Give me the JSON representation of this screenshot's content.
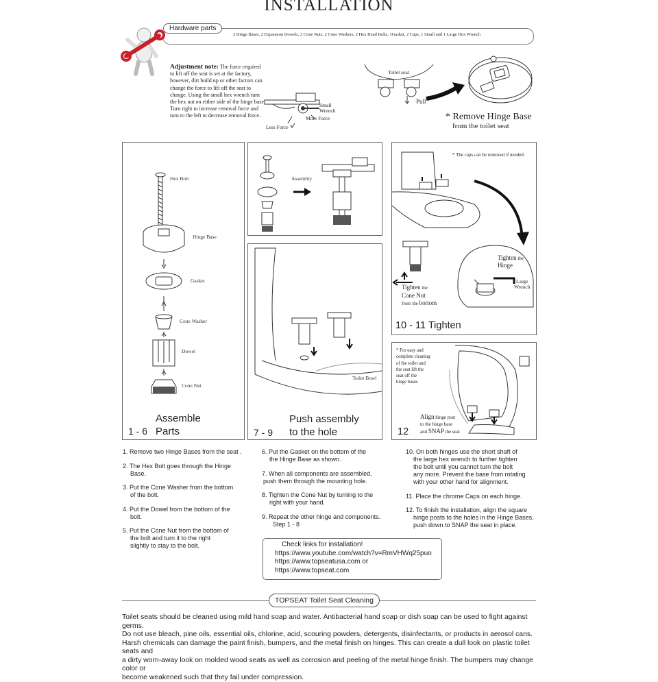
{
  "title": "INSTALLATION",
  "hardware": {
    "tab_label": "Hardware parts",
    "parts_text": "2 Hinge Bases, 2 Expansion Dowels, 2 Cone Nuts, 2 Cone Washers, 2 Hex Head Bolts, 1Gasket, 2 Caps, 1 Small and 1 Large Hex Wrench"
  },
  "adjustment": {
    "heading": "Adjustment note:",
    "body": " The force required to lift off the seat is set at the factory, however, dirt build up or other factors can change the force to lift off the seat to change. Using the small hex wrench turn the hex nut on either side of the hinge base.  Turn right to increase removal force and turn to the left to decrease removal force.",
    "label_small_wrench_1": "Small",
    "label_small_wrench_2": "Wrench",
    "label_more_force": "More Force",
    "label_less_force": "Less Force"
  },
  "remove": {
    "label_toilet_seat": "Toilet seat",
    "label_pull": "Pull",
    "heading": "* Remove Hinge Base",
    "sub": "from the toilet seat"
  },
  "panel1": {
    "labels": [
      "Hex Bolt",
      "Hinge Base",
      "Gasket",
      "Cone Washer",
      "Dowel",
      "Cone Nut"
    ],
    "step_range": "1 - 6",
    "line1": "Assemble",
    "line2": "Parts"
  },
  "panel_assembly": {
    "label": "Assembly"
  },
  "panel79": {
    "label_toilet_bowl": "Toilet Bowl",
    "step_range": "7 - 9",
    "line1": "Push  assembly",
    "line2": "to the hole"
  },
  "panel1011": {
    "note": "* The caps can be removed if needed.",
    "tighten_hinge_1": "Tighten",
    "tighten_hinge_the": " the",
    "tighten_hinge_2": "Hinge",
    "large_wrench_1": "Large",
    "large_wrench_2": "Wrench",
    "tighten_nut_1": "Tighten",
    "tighten_nut_the": " the",
    "tighten_nut_2": "Cone Nut",
    "tighten_nut_3a": "from the ",
    "tighten_nut_3b": "bottom",
    "caption": "10 - 11 Tighten"
  },
  "panel12": {
    "note_lines": [
      "* For easy and",
      "complete cleaning",
      "of the toilet and",
      "the seat lift the",
      "seat off the",
      "hinge bases"
    ],
    "align_a": "Align",
    "align_b": " hinge post",
    "align_2": "to the hinge base",
    "align_3a": "and ",
    "align_3b": "SNAP",
    "align_3c": " the seat",
    "step": "12"
  },
  "steps_col1": [
    {
      "num": "1.",
      "lines": [
        "Remove two Hinge Bases from the seat ."
      ]
    },
    {
      "num": "2.",
      "lines": [
        "The Hex Bolt goes through the Hinge",
        "Base."
      ]
    },
    {
      "num": "3.",
      "lines": [
        "Put the Cone Washer from the bottom",
        "of the bolt."
      ]
    },
    {
      "num": "4.",
      "lines": [
        "Put the Dowel from the bottom of the",
        "bolt."
      ]
    },
    {
      "num": "5.",
      "lines": [
        "Put the Cone Nut from the bottom of",
        "the bolt and turn it to the right",
        "slightly to stay to the bolt."
      ]
    }
  ],
  "steps_col2": [
    {
      "num": "6.",
      "lines": [
        "Put the Gasket  on the bottom of the",
        "the Hinge Base as shown."
      ]
    },
    {
      "num": "7.",
      "lines": [
        "When all components  are assembled,",
        "push them through the mounting hole."
      ]
    },
    {
      "num": "8.",
      "lines": [
        "Tighten the Cone Nut by turning to the",
        "right with your hand."
      ]
    },
    {
      "num": "9.",
      "lines": [
        "Repeat the other hinge and components.",
        "Step 1 - 8"
      ]
    }
  ],
  "steps_col3": [
    {
      "num": "10.",
      "lines": [
        "On both hinges use the short shaft of",
        "the large hex wrench to further tighten",
        "the bolt until you cannot turn the bolt",
        "any more.   Prevent the base from rotating",
        "with your other hand for alignment."
      ]
    },
    {
      "num": "11.",
      "lines": [
        "Place the chrome Caps on each hinge."
      ]
    },
    {
      "num": "12.",
      "lines": [
        "To finish the installation, align the square",
        "hinge posts to the holes in the Hinge Bases,",
        "push down to SNAP the seat in place."
      ]
    }
  ],
  "links": {
    "heading": "Check links for installation!",
    "url1": "https://www.youtube.com/watch?v=RmVHWq25puo",
    "url2": "https://www.topseatusa.com or",
    "url3": "https://www.topseat.com"
  },
  "cleaning": {
    "tab_label": "TOPSEAT Toilet Seat Cleaning",
    "lines": [
      "Toilet seats should be cleaned using mild hand soap and water. Antibacterial hand soap or dish soap can be used to fight against germs.",
      "Do not use bleach, pine oils, essential oils, chlorine, acid, scouring powders, detergents, disinfectants, or products in aerosol cans.",
      "Harsh chemicals can damage the paint finish, bumpers, and the metal finish on hinges. This can create a dull look on plastic toilet seats and",
      "a dirty worn-away look on molded wood seats as well as corrosion and peeling of the metal hinge finish.  The bumpers may change color or",
      "become weakened such that they fail under compression."
    ]
  },
  "colors": {
    "ink": "#222222",
    "border": "#666666",
    "mascot_red": "#c8202a"
  }
}
